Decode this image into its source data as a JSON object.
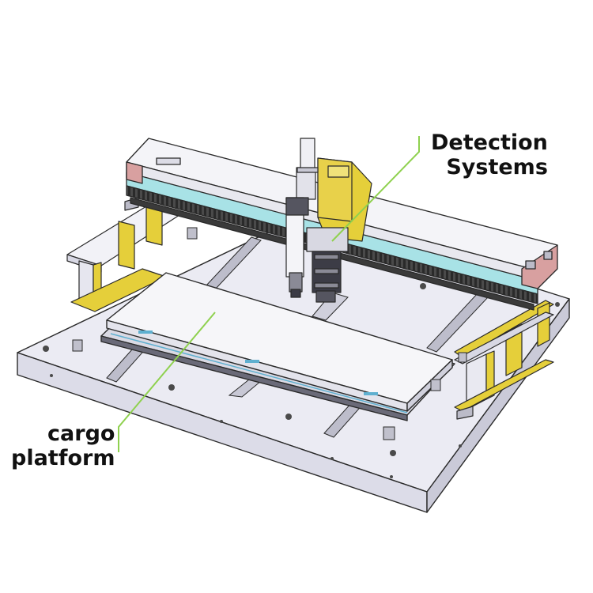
{
  "callouts": {
    "detection": {
      "line1": "Detection",
      "line2": "Systems"
    },
    "cargo": {
      "line1": "cargo",
      "line2": "platform"
    }
  },
  "colors": {
    "leader_line": "#8fd14f",
    "base": "#ebebf3",
    "base_side": "#d2d2de",
    "outline": "#2a2a2a",
    "yellow": "#e5cf3a",
    "cyan": "#a8e2e6",
    "pink": "#d8a0a0",
    "platform": "#f6f6f9"
  }
}
